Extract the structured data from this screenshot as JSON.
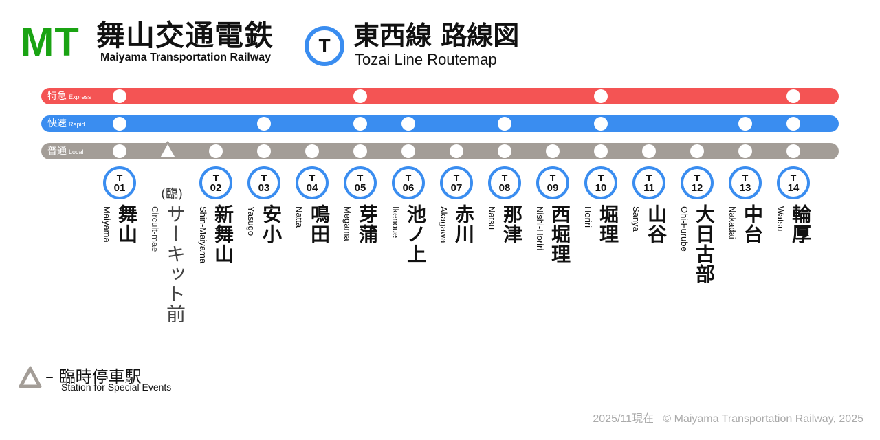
{
  "header": {
    "logo": "MT",
    "company_ja": "舞山交通電鉄",
    "company_en": "Maiyama Transportation Railway",
    "line_symbol": "T",
    "line_title_ja": "東西線 路線図",
    "line_title_en": "Tozai Line Routemap"
  },
  "colors": {
    "brand_green": "#1aa313",
    "express": "#f45454",
    "rapid": "#3a8df0",
    "local": "#a39d97",
    "badge_border": "#3a8df0"
  },
  "services": [
    {
      "id": "express",
      "label_ja": "特急",
      "label_en": "Express",
      "stops": [
        "T01",
        "T05",
        "T10",
        "T14"
      ]
    },
    {
      "id": "rapid",
      "label_ja": "快速",
      "label_en": "Rapid",
      "stops": [
        "T01",
        "T03",
        "T05",
        "T06",
        "T08",
        "T10",
        "T13",
        "T14"
      ]
    },
    {
      "id": "local",
      "label_ja": "普通",
      "label_en": "Local",
      "stops": [
        "T01",
        "special",
        "T02",
        "T03",
        "T04",
        "T05",
        "T06",
        "T07",
        "T08",
        "T09",
        "T10",
        "T11",
        "T12",
        "T13",
        "T14"
      ]
    }
  ],
  "stations": [
    {
      "code": "T01",
      "letter": "T",
      "num": "01",
      "ja": "舞山",
      "en": "Maiyama"
    },
    {
      "code": "special",
      "letter": "",
      "num": "",
      "ja": "サーキット前",
      "en": "Circuit-mae",
      "note": "(臨)",
      "special": true
    },
    {
      "code": "T02",
      "letter": "T",
      "num": "02",
      "ja": "新舞山",
      "en": "Shin-Maiyama"
    },
    {
      "code": "T03",
      "letter": "T",
      "num": "03",
      "ja": "安小",
      "en": "Yasugo"
    },
    {
      "code": "T04",
      "letter": "T",
      "num": "04",
      "ja": "鳴田",
      "en": "Natta"
    },
    {
      "code": "T05",
      "letter": "T",
      "num": "05",
      "ja": "芽蒲",
      "en": "Megama"
    },
    {
      "code": "T06",
      "letter": "T",
      "num": "06",
      "ja": "池ノ上",
      "en": "Ikenoue"
    },
    {
      "code": "T07",
      "letter": "T",
      "num": "07",
      "ja": "赤川",
      "en": "Akagawa"
    },
    {
      "code": "T08",
      "letter": "T",
      "num": "08",
      "ja": "那津",
      "en": "Natsu"
    },
    {
      "code": "T09",
      "letter": "T",
      "num": "09",
      "ja": "西堀理",
      "en": "Nishi-Horiri"
    },
    {
      "code": "T10",
      "letter": "T",
      "num": "10",
      "ja": "堀理",
      "en": "Horiri"
    },
    {
      "code": "T11",
      "letter": "T",
      "num": "11",
      "ja": "山谷",
      "en": "Sanya"
    },
    {
      "code": "T12",
      "letter": "T",
      "num": "12",
      "ja": "大日古部",
      "en": "Ohi-Furube"
    },
    {
      "code": "T13",
      "letter": "T",
      "num": "13",
      "ja": "中台",
      "en": "Nakadai"
    },
    {
      "code": "T14",
      "letter": "T",
      "num": "14",
      "ja": "輪厚",
      "en": "Watsu"
    }
  ],
  "legend": {
    "symbol": "triangle-icon",
    "dash": "–",
    "label_ja": "臨時停車駅",
    "label_en": "Station for Special Events"
  },
  "footer": {
    "date": "2025/11現在",
    "copyright": "© Maiyama Transportation Railway, 2025"
  }
}
